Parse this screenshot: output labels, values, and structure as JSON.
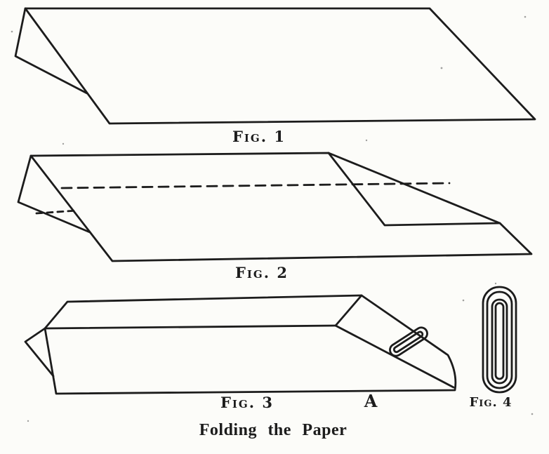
{
  "caption": {
    "text": "Folding the Paper"
  },
  "figures": [
    {
      "label": "Fig. 1"
    },
    {
      "label": "Fig. 2"
    },
    {
      "label": "Fig. 3",
      "point_label": "A"
    },
    {
      "label": "Fig. 4"
    }
  ],
  "colors": {
    "ink": "#1c1c1c",
    "paper": "#fcfcf9"
  }
}
